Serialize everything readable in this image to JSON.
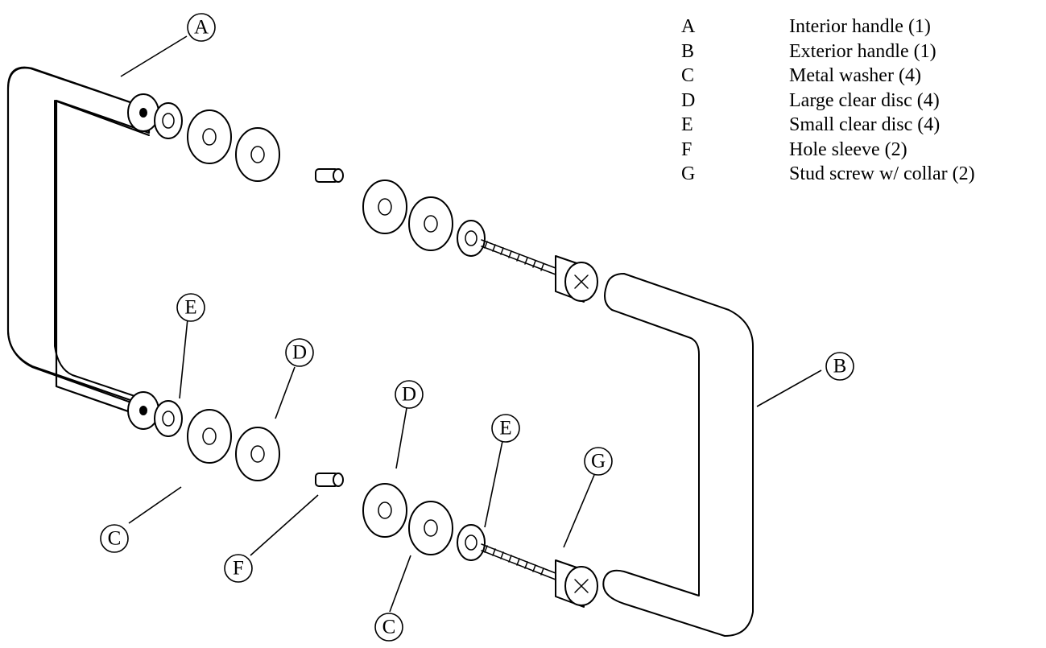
{
  "legend": [
    {
      "key": "A",
      "label": "Interior handle (1)"
    },
    {
      "key": "B",
      "label": "Exterior handle (1)"
    },
    {
      "key": "C",
      "label": "Metal washer (4)"
    },
    {
      "key": "D",
      "label": "Large clear disc (4)"
    },
    {
      "key": "E",
      "label": "Small clear disc (4)"
    },
    {
      "key": "F",
      "label": "Hole sleeve (2)"
    },
    {
      "key": "G",
      "label": "Stud screw w/ collar (2)"
    }
  ],
  "callouts": {
    "a": "A",
    "b": "B",
    "c_left": "C",
    "c_bottom": "C",
    "d_left": "D",
    "d_right": "D",
    "e_left": "E",
    "e_right": "E",
    "f": "F",
    "g": "G"
  }
}
